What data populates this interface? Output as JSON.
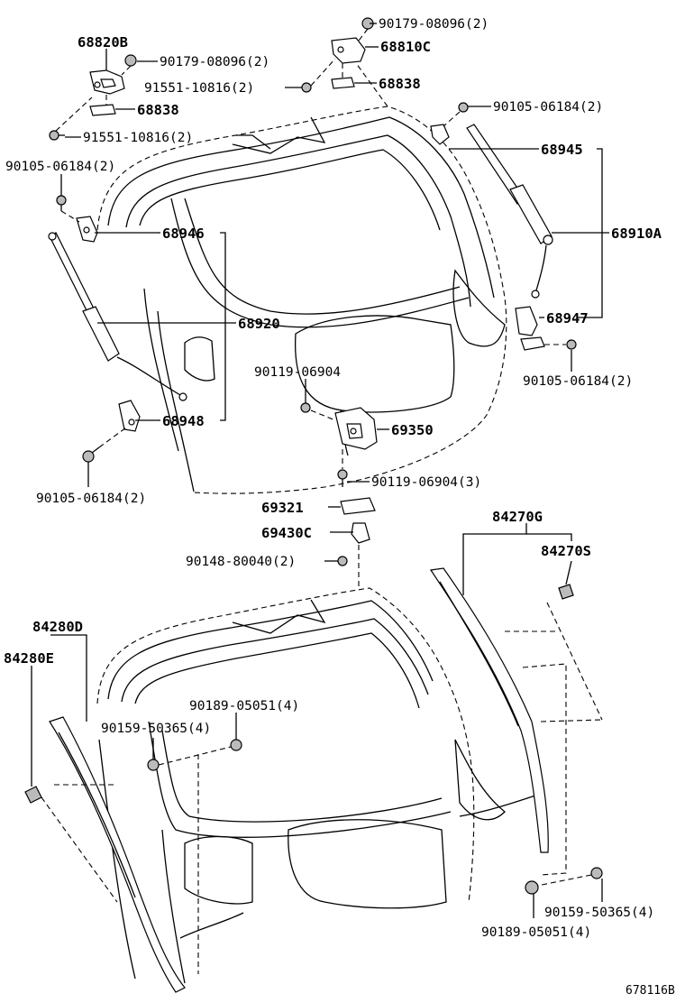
{
  "callouts": {
    "p68820B": "68820B",
    "p90179_top": "90179-08096(2)",
    "p90179_left": "90179-08096(2)",
    "p68810C": "68810C",
    "p91551_a": "91551-10816(2)",
    "p68838_r": "68838",
    "p68838_l": "68838",
    "p91551_b": "91551-10816(2)",
    "p90105_tr": "90105-06184(2)",
    "p90105_tl": "90105-06184(2)",
    "p68945": "68945",
    "p68946": "68946",
    "p68910A": "68910A",
    "p68920": "68920",
    "p68947": "68947",
    "p90119_a": "90119-06904",
    "p90105_mr": "90105-06184(2)",
    "p69350": "69350",
    "p68948": "68948",
    "p90119_b": "90119-06904(3)",
    "p90105_bl": "90105-06184(2)",
    "p69321": "69321",
    "p84270G": "84270G",
    "p69430C": "69430C",
    "p90148": "90148-80040(2)",
    "p84270S": "84270S",
    "p84280D": "84280D",
    "p84280E": "84280E",
    "p90189_a": "90189-05051(4)",
    "p90159_a": "90159-50365(4)",
    "p90159_b": "90159-50365(4)",
    "p90189_b": "90189-05051(4)"
  },
  "figure_ref": "678116B"
}
